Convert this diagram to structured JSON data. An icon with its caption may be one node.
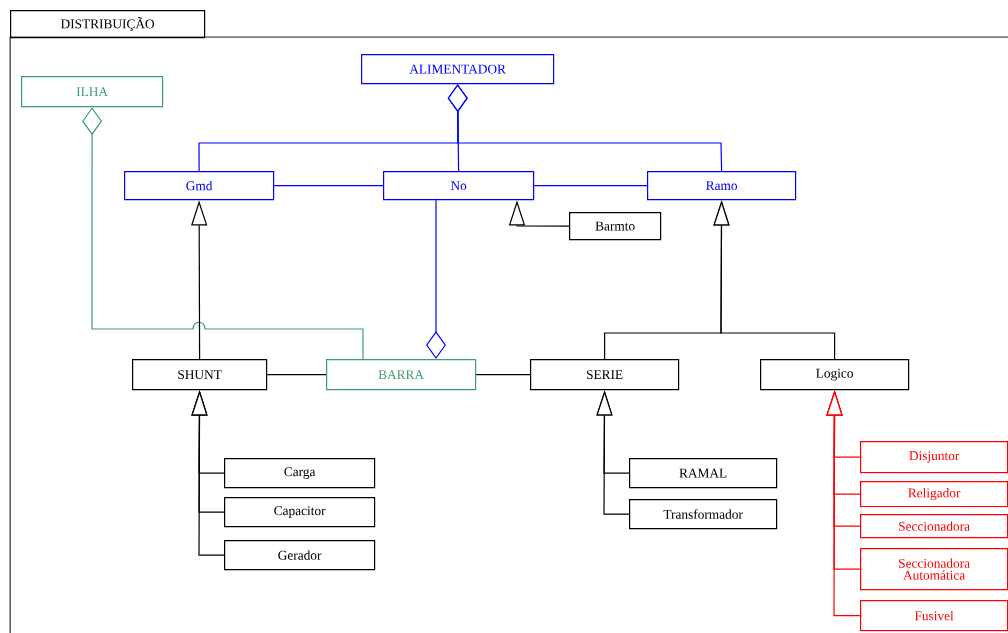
{
  "diagram": {
    "title": "DISTRIBUIÇÃO",
    "nodes": [
      {
        "text": [
          "ALIMENTADOR"
        ]
      },
      {
        "text": [
          "ILHA"
        ]
      },
      {
        "text": [
          "Gmd"
        ]
      },
      {
        "text": [
          "No"
        ]
      },
      {
        "text": [
          "Ramo"
        ]
      },
      {
        "text": [
          "Barmto"
        ]
      },
      {
        "text": [
          "SHUNT"
        ]
      },
      {
        "text": [
          "BARRA"
        ]
      },
      {
        "text": [
          "SERIE"
        ]
      },
      {
        "text": [
          "Logico"
        ]
      },
      {
        "text": [
          "Carga"
        ]
      },
      {
        "text": [
          "Capacitor"
        ]
      },
      {
        "text": [
          "Gerador"
        ]
      },
      {
        "text": [
          "RAMAL"
        ]
      },
      {
        "text": [
          "Transformador"
        ]
      },
      {
        "text": [
          "Disjuntor"
        ]
      },
      {
        "text": [
          "Religador"
        ]
      },
      {
        "text": [
          "Seccionadora"
        ]
      },
      {
        "text": [
          "Seccionadora Automática"
        ]
      },
      {
        "text": [
          "Fusivel"
        ]
      }
    ],
    "edges": [
      {
        "from": 0,
        "to": 2,
        "arrow": "other",
        "color": "#0000ff"
      },
      {
        "from": 0,
        "to": 3,
        "arrow": "other",
        "color": "#0000ff"
      },
      {
        "from": 0,
        "to": 4,
        "arrow": "other",
        "color": "#0000ff"
      },
      {
        "from": 2,
        "to": 3,
        "arrow": "none",
        "color": "#0000ff"
      },
      {
        "from": 3,
        "to": 4,
        "arrow": "none",
        "color": "#0000ff"
      },
      {
        "from": 1,
        "to": 7,
        "arrow": "other",
        "color": "#3c9e6e"
      },
      {
        "from": 7,
        "to": 3,
        "arrow": "other",
        "color": "#0000ff"
      },
      {
        "from": 5,
        "to": 3,
        "arrow": "to"
      },
      {
        "from": 6,
        "to": 2,
        "arrow": "to"
      },
      {
        "from": 6,
        "to": 7,
        "arrow": "none"
      },
      {
        "from": 7,
        "to": 8,
        "arrow": "none"
      },
      {
        "from": 8,
        "to": 4,
        "arrow": "to"
      },
      {
        "from": 9,
        "to": 4,
        "arrow": "to"
      },
      {
        "from": 10,
        "to": 6,
        "arrow": "to"
      },
      {
        "from": 11,
        "to": 6,
        "arrow": "to"
      },
      {
        "from": 12,
        "to": 6,
        "arrow": "to"
      },
      {
        "from": 13,
        "to": 8,
        "arrow": "to"
      },
      {
        "from": 14,
        "to": 8,
        "arrow": "to"
      },
      {
        "from": 15,
        "to": 9,
        "arrow": "to",
        "color": "#ff0000"
      },
      {
        "from": 16,
        "to": 9,
        "arrow": "to",
        "color": "#ff0000"
      },
      {
        "from": 17,
        "to": 9,
        "arrow": "to",
        "color": "#ff0000"
      },
      {
        "from": 18,
        "to": 9,
        "arrow": "to",
        "color": "#ff0000"
      },
      {
        "from": 19,
        "to": 9,
        "arrow": "to",
        "color": "#ff0000"
      }
    ]
  }
}
